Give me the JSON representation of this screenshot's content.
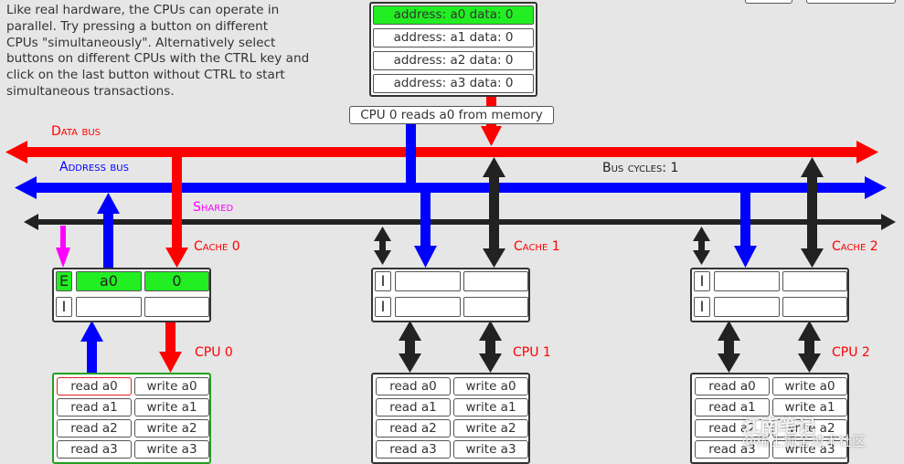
{
  "intro": "Like real hardware, the CPUs can operate in\nparallel. Try pressing a button on different\nCPUs \"simultaneously\". Alternatively select\nbuttons on different CPUs with the CTRL key and\nclick on the last button without CTRL to start\nsimultaneous transactions.",
  "memory": {
    "rows": [
      "address: a0 data: 0",
      "address: a1 data: 0",
      "address: a2 data: 0",
      "address: a3 data: 0"
    ],
    "highlight_color": "#22ee22"
  },
  "status": "CPU 0 reads a0 from memory",
  "buses": {
    "data": "Data bus",
    "address": "Address bus",
    "shared": "Shared",
    "cycles": "Bus cycles: 1"
  },
  "colors": {
    "data": "#ff0000",
    "address": "#0000ff",
    "shared": "#000000",
    "shared_signal": "#ff00ff",
    "valid": "#22ee22"
  },
  "caches": [
    {
      "label": "Cache 0",
      "lines": [
        {
          "state": "E",
          "addr": "a0",
          "data": "0"
        },
        {
          "state": "I",
          "addr": "",
          "data": ""
        }
      ]
    },
    {
      "label": "Cache 1",
      "lines": [
        {
          "state": "I",
          "addr": "",
          "data": ""
        },
        {
          "state": "I",
          "addr": "",
          "data": ""
        }
      ]
    },
    {
      "label": "Cache 2",
      "lines": [
        {
          "state": "I",
          "addr": "",
          "data": ""
        },
        {
          "state": "I",
          "addr": "",
          "data": ""
        }
      ]
    }
  ],
  "cpus": [
    {
      "label": "CPU 0",
      "buttons": [
        [
          "read a0",
          "write a0"
        ],
        [
          "read a1",
          "write a1"
        ],
        [
          "read a2",
          "write a2"
        ],
        [
          "read a3",
          "write a3"
        ]
      ]
    },
    {
      "label": "CPU 1",
      "buttons": [
        [
          "read a0",
          "write a0"
        ],
        [
          "read a1",
          "write a1"
        ],
        [
          "read a2",
          "write a2"
        ],
        [
          "read a3",
          "write a3"
        ]
      ]
    },
    {
      "label": "CPU 2",
      "buttons": [
        [
          "read a0",
          "write a0"
        ],
        [
          "read a1",
          "write a1"
        ],
        [
          "read a2",
          "write a2"
        ],
        [
          "read a3",
          "write a3"
        ]
      ]
    }
  ],
  "watermark": [
    "江南笔记",
    "@稀土掘金技术社区"
  ]
}
